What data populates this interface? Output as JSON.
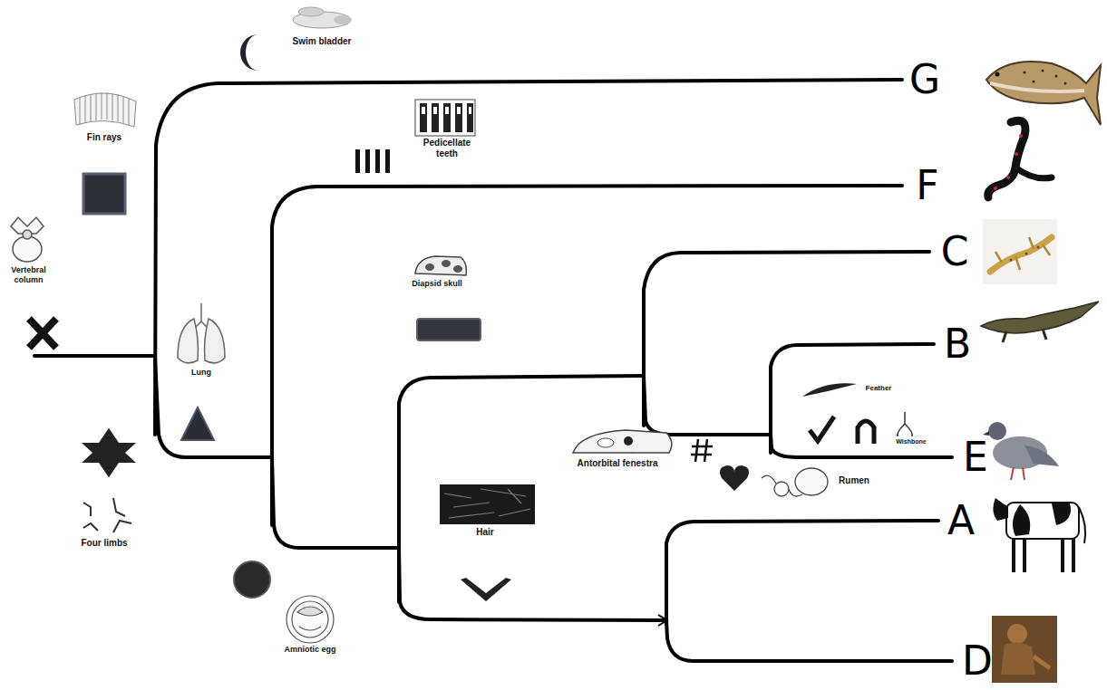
{
  "diagram": {
    "labels": [
      "Swim bladder",
      "Fin rays",
      "Pedicellate teeth",
      "Vertebral column",
      "G",
      "F",
      "Diapsid skull",
      "C",
      "B",
      "Feather",
      "Wishbone",
      "Lung",
      "Antorbital fenestra",
      "E",
      "Rumen",
      "Four limbs",
      "Hair",
      "A",
      "Amniotic egg",
      "D"
    ]
  }
}
